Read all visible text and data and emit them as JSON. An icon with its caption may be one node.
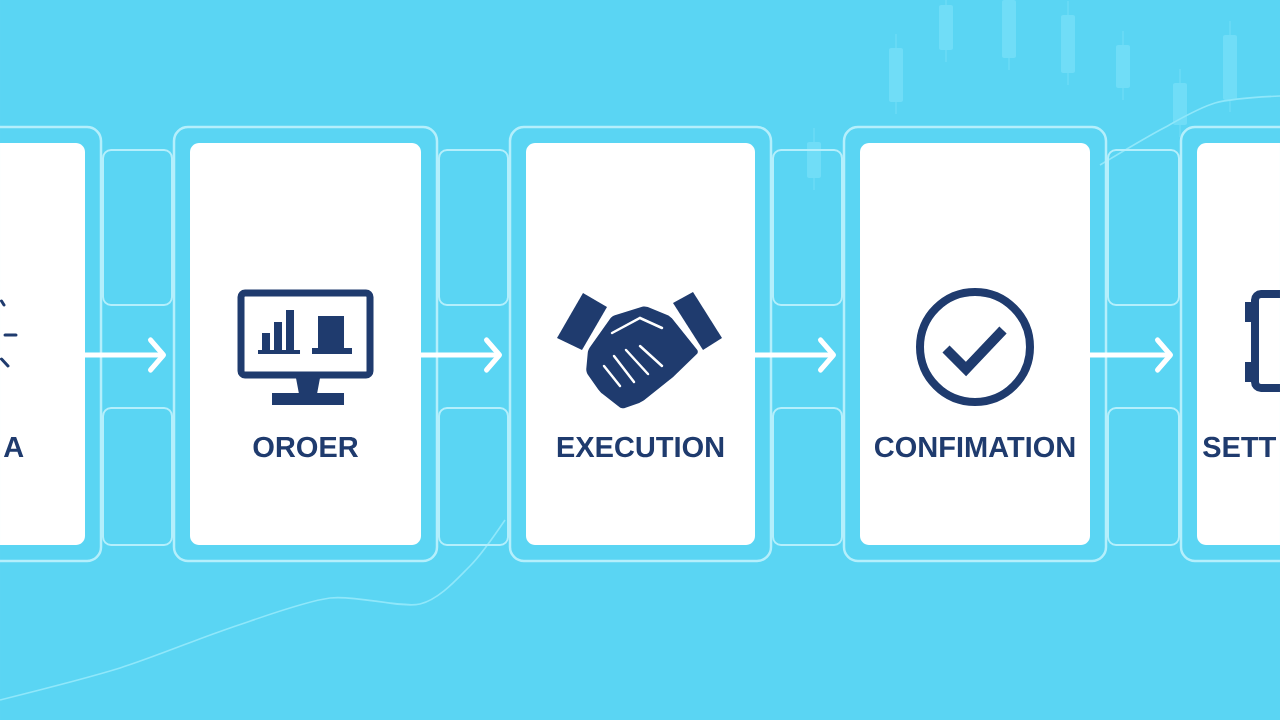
{
  "diagram": {
    "nodes": [
      {
        "text": [
          "A"
        ]
      },
      {
        "text": [
          "OROER"
        ]
      },
      {
        "text": [
          "EXECUTION"
        ]
      },
      {
        "text": [
          "CONFIMATION"
        ]
      },
      {
        "text": [
          "SETT"
        ]
      }
    ],
    "edges": [
      {
        "from": 0,
        "to": 1,
        "arrow": "to"
      },
      {
        "from": 1,
        "to": 2,
        "arrow": "to"
      },
      {
        "from": 2,
        "to": 3,
        "arrow": "to"
      },
      {
        "from": 3,
        "to": 4,
        "arrow": "to"
      }
    ]
  }
}
